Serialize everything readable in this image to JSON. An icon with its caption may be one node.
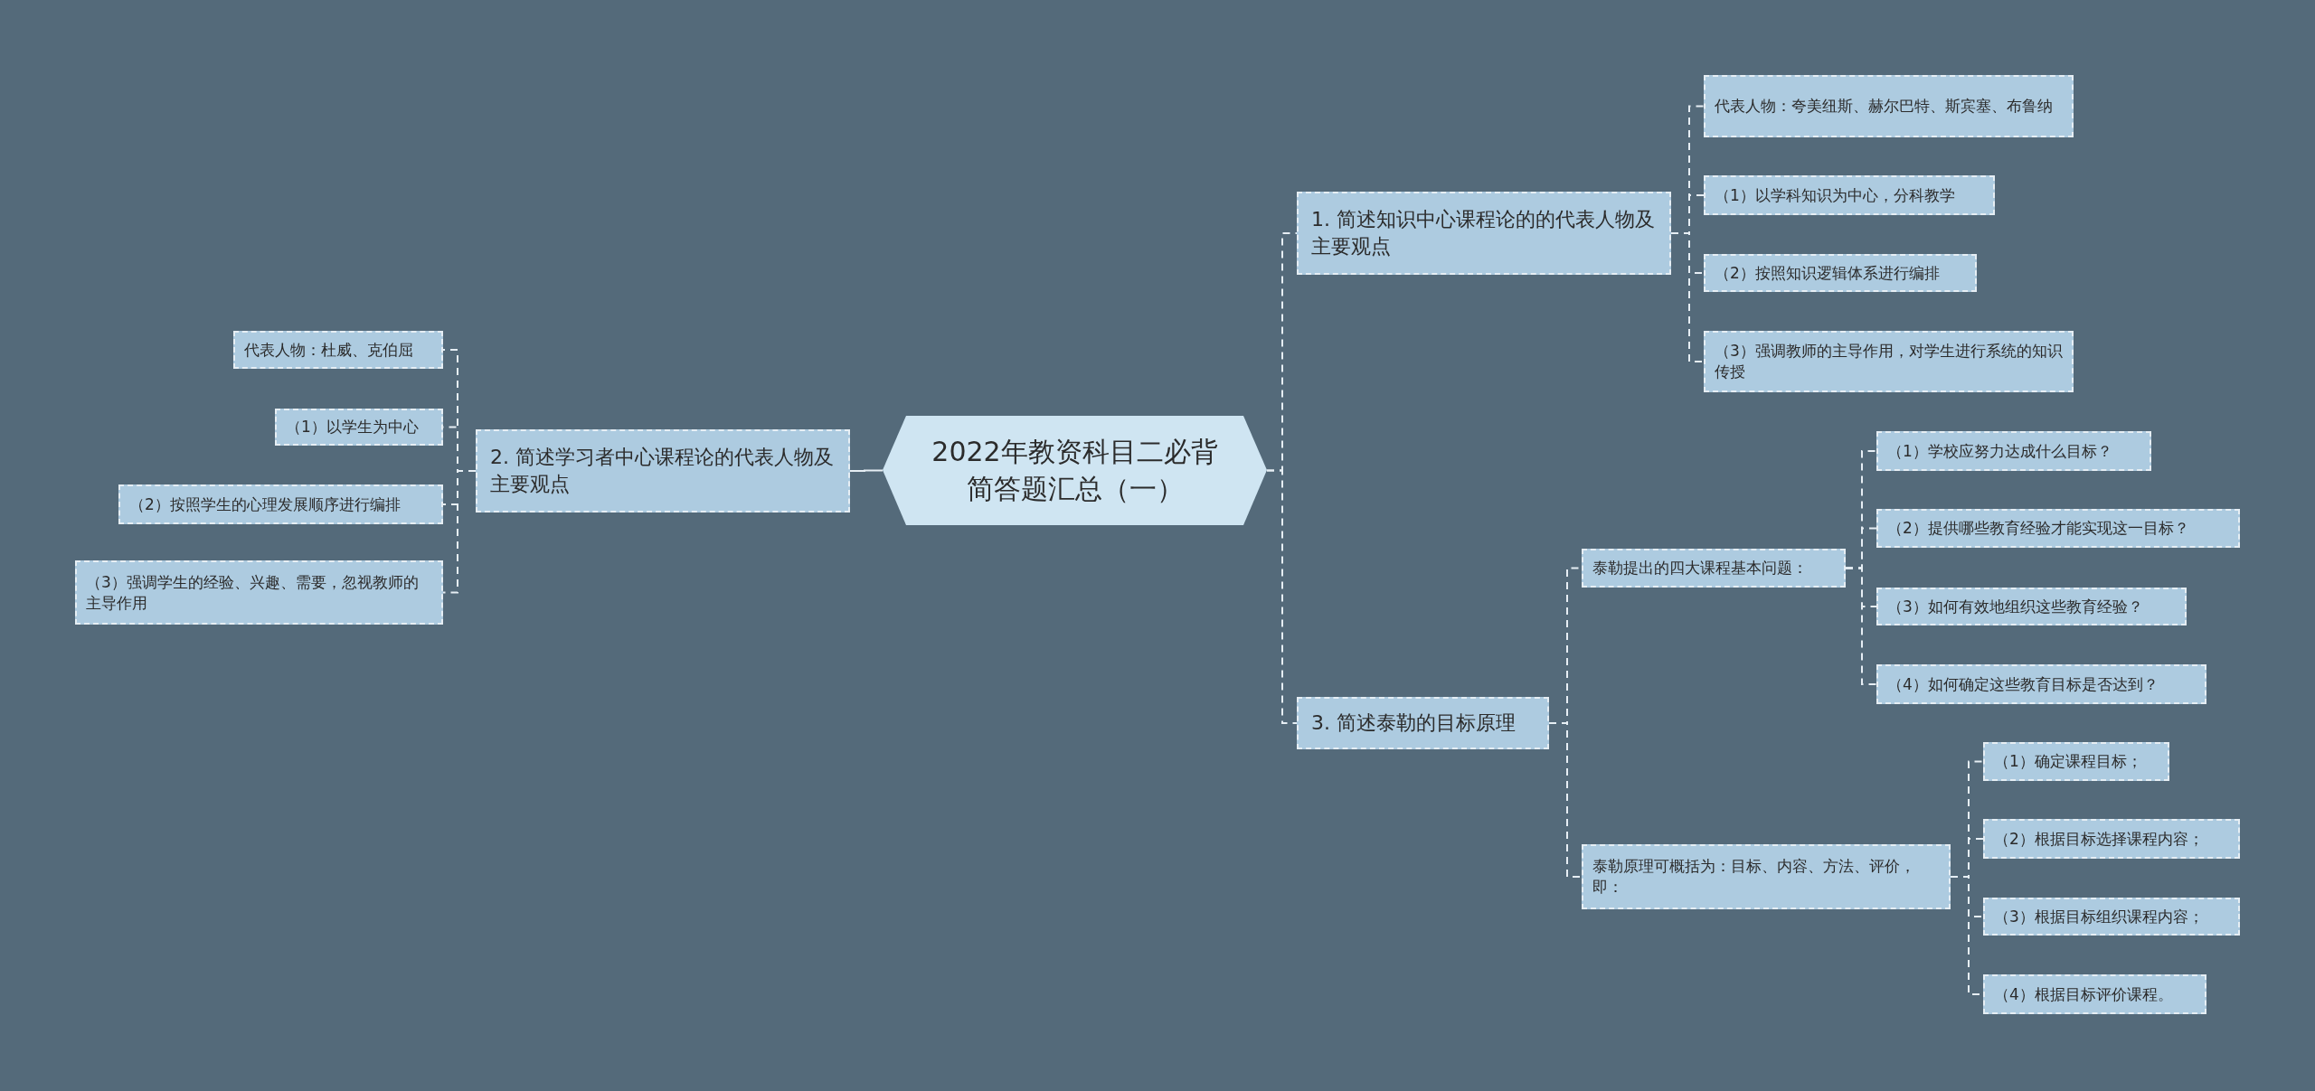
{
  "diagram": {
    "nodes": [
      {
        "text": [
          "2022年教资科目二必背简答题汇总（一）"
        ]
      },
      {
        "text": [
          "1. 简述知识中心课程论的的代表人物及主要观点"
        ]
      },
      {
        "text": [
          "代表人物：夸美纽斯、赫尔巴特、斯宾塞、布鲁纳"
        ]
      },
      {
        "text": [
          "（1）以学科知识为中心，分科教学"
        ]
      },
      {
        "text": [
          "（2）按照知识逻辑体系进行编排"
        ]
      },
      {
        "text": [
          "（3）强调教师的主导作用，对学生进行系统的知识传授"
        ]
      },
      {
        "text": [
          "2. 简述学习者中心课程论的代表人物及主要观点"
        ]
      },
      {
        "text": [
          "代表人物：杜威、克伯屈"
        ]
      },
      {
        "text": [
          "（1）以学生为中心"
        ]
      },
      {
        "text": [
          "（2）按照学生的心理发展顺序进行编排"
        ]
      },
      {
        "text": [
          "（3）强调学生的经验、兴趣、需要，忽视教师的主导作用"
        ]
      },
      {
        "text": [
          "3. 简述泰勒的目标原理"
        ]
      },
      {
        "text": [
          "泰勒提出的四大课程基本问题："
        ]
      },
      {
        "text": [
          "（1）学校应努力达成什么目标？"
        ]
      },
      {
        "text": [
          "（2）提供哪些教育经验才能实现这一目标？"
        ]
      },
      {
        "text": [
          "（3）如何有效地组织这些教育经验？"
        ]
      },
      {
        "text": [
          "（4）如何确定这些教育目标是否达到？"
        ]
      },
      {
        "text": [
          "泰勒原理可概括为：目标、内容、方法、评价，即："
        ]
      },
      {
        "text": [
          "（1）确定课程目标；"
        ]
      },
      {
        "text": [
          "（2）根据目标选择课程内容；"
        ]
      },
      {
        "text": [
          "（3）根据目标组织课程内容；"
        ]
      },
      {
        "text": [
          "（4）根据目标评价课程。"
        ]
      }
    ],
    "edges": [
      {
        "from": 0,
        "to": 1,
        "arrow": "none",
        "style": "dashed"
      },
      {
        "from": 0,
        "to": 6,
        "arrow": "none"
      },
      {
        "from": 0,
        "to": 11,
        "arrow": "none",
        "style": "dashed"
      },
      {
        "from": 1,
        "to": 2,
        "arrow": "none",
        "style": "dashed"
      },
      {
        "from": 1,
        "to": 3,
        "arrow": "none",
        "style": "dashed"
      },
      {
        "from": 1,
        "to": 4,
        "arrow": "none",
        "style": "dashed"
      },
      {
        "from": 1,
        "to": 5,
        "arrow": "none",
        "style": "dashed"
      },
      {
        "from": 6,
        "to": 7,
        "arrow": "none",
        "style": "dashed"
      },
      {
        "from": 6,
        "to": 8,
        "arrow": "none",
        "style": "dashed"
      },
      {
        "from": 6,
        "to": 9,
        "arrow": "none",
        "style": "dashed"
      },
      {
        "from": 6,
        "to": 10,
        "arrow": "none",
        "style": "dashed"
      },
      {
        "from": 11,
        "to": 12,
        "arrow": "none",
        "style": "dashed"
      },
      {
        "from": 11,
        "to": 17,
        "arrow": "none",
        "style": "dashed"
      },
      {
        "from": 12,
        "to": 13,
        "arrow": "none",
        "style": "dashed"
      },
      {
        "from": 12,
        "to": 14,
        "arrow": "none",
        "style": "dashed"
      },
      {
        "from": 12,
        "to": 15,
        "arrow": "none",
        "style": "dashed"
      },
      {
        "from": 12,
        "to": 16,
        "arrow": "none",
        "style": "dashed"
      },
      {
        "from": 17,
        "to": 18,
        "arrow": "none",
        "style": "dashed"
      },
      {
        "from": 17,
        "to": 19,
        "arrow": "none",
        "style": "dashed"
      },
      {
        "from": 17,
        "to": 20,
        "arrow": "none",
        "style": "dashed"
      },
      {
        "from": 17,
        "to": 21,
        "arrow": "none",
        "style": "dashed"
      }
    ]
  }
}
